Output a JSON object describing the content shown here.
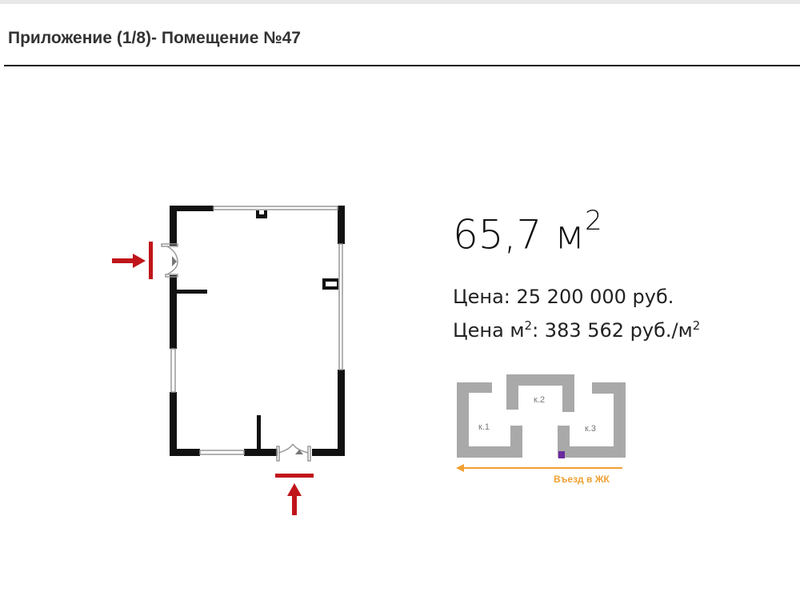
{
  "header": {
    "title": "Приложение (1/8)- Помещение №47"
  },
  "unit": {
    "area_value": "65,7 м",
    "area_unit_sup": "2",
    "price_label": "Цена: 25 200 000 руб.",
    "price_per_m2_prefix": "Цена м",
    "price_per_m2_sup": "2",
    "price_per_m2_value": ": 383 562 руб./м",
    "price_per_m2_suffix_sup": "2"
  },
  "site_plan": {
    "buildings": [
      "к.1",
      "к.2",
      "к.3"
    ],
    "entry_label": "Въезд в ЖК",
    "colors": {
      "building": "#a9a9a9",
      "highlight": "#6a2aa0",
      "arrow": "#f0a030"
    }
  },
  "floor_plan": {
    "colors": {
      "wall": "#111111",
      "entrance_arrow": "#c0151a"
    }
  }
}
